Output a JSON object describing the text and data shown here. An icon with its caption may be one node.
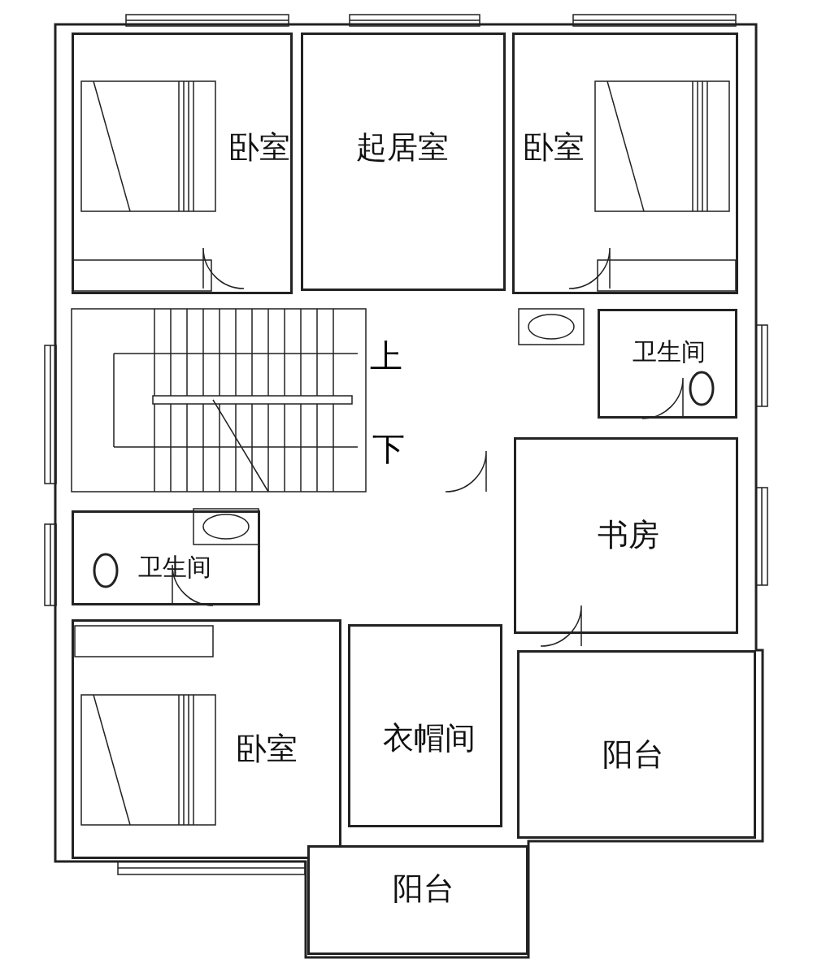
{
  "diagram": {
    "nodes": [
      {
        "text": [
          "卧室"
        ]
      },
      {
        "text": [
          "起居室"
        ]
      },
      {
        "text": [
          "卧室"
        ]
      },
      {
        "text": [
          "卫生间"
        ]
      },
      {
        "text": [
          "书房"
        ]
      },
      {
        "text": [
          "卫生间"
        ]
      },
      {
        "text": [
          "卧室"
        ]
      },
      {
        "text": [
          "衣帽间"
        ]
      },
      {
        "text": [
          "阳台"
        ]
      },
      {
        "text": [
          "阳台"
        ]
      }
    ],
    "labels": [
      "上",
      "下"
    ]
  }
}
